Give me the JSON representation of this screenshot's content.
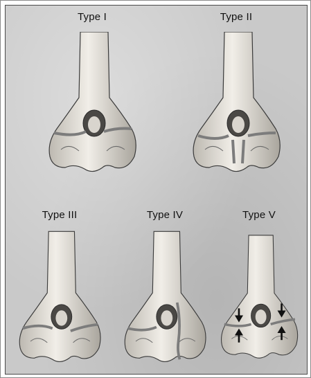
{
  "figure": {
    "types": [
      {
        "id": "type-1",
        "label": "Type I"
      },
      {
        "id": "type-2",
        "label": "Type II"
      },
      {
        "id": "type-3",
        "label": "Type III"
      },
      {
        "id": "type-4",
        "label": "Type IV"
      },
      {
        "id": "type-5",
        "label": "Type V"
      }
    ]
  },
  "colors": {
    "background": "#c9c9c9",
    "bone_fill": "#e9e6df",
    "bone_shadow": "#a8a49c",
    "bone_outline": "#3a3a3a",
    "fracture_band": "#7c7c7c",
    "arrow": "#111111"
  }
}
